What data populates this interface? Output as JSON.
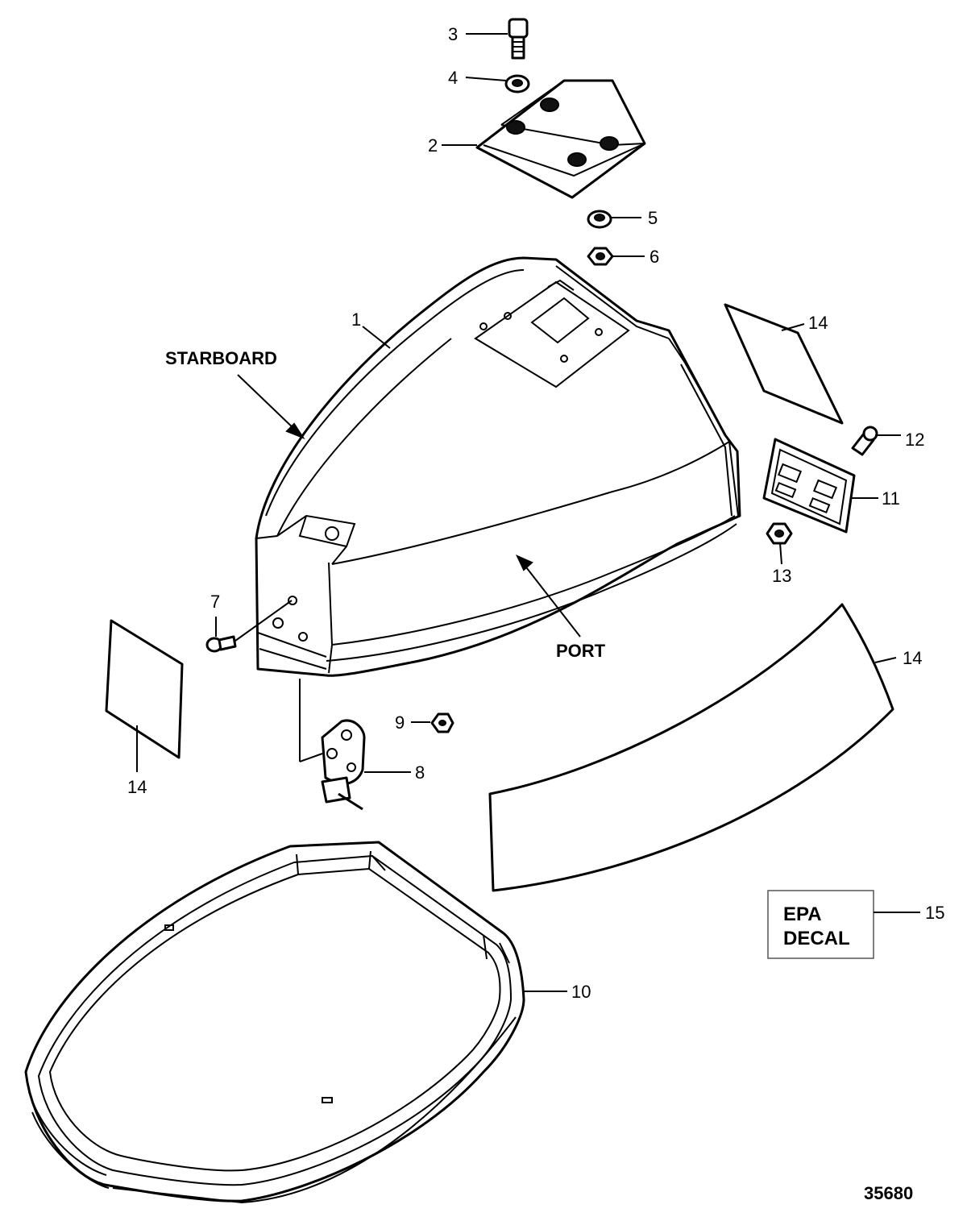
{
  "callouts": {
    "c1": "1",
    "c2": "2",
    "c3": "3",
    "c4": "4",
    "c5": "5",
    "c6": "6",
    "c7": "7",
    "c8": "8",
    "c9": "9",
    "c10": "10",
    "c11": "11",
    "c12": "12",
    "c13": "13",
    "c14a": "14",
    "c14b": "14",
    "c14c": "14",
    "c15": "15"
  },
  "labels": {
    "starboard": "STARBOARD",
    "port": "PORT",
    "epa_line1": "EPA",
    "epa_line2": "DECAL"
  },
  "figure_number": "35680"
}
